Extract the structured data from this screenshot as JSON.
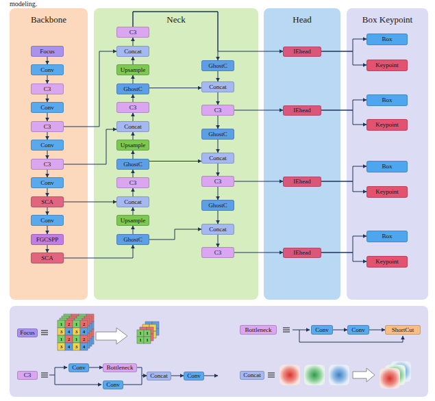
{
  "diagram": {
    "nodes": [
      {
        "text": [
          "Backbone"
        ]
      },
      {
        "text": [
          "Neck"
        ]
      },
      {
        "text": [
          "Head"
        ]
      },
      {
        "text": [
          "Box Keypoint"
        ]
      },
      {
        "text": [
          "Focus"
        ],
        "in": 0
      },
      {
        "text": [
          "Conv"
        ],
        "in": 0
      },
      {
        "text": [
          "C3"
        ],
        "in": 0
      },
      {
        "text": [
          "Conv"
        ],
        "in": 0
      },
      {
        "text": [
          "C3"
        ],
        "in": 0
      },
      {
        "text": [
          "Conv"
        ],
        "in": 0
      },
      {
        "text": [
          "C3"
        ],
        "in": 0
      },
      {
        "text": [
          "Conv"
        ],
        "in": 0
      },
      {
        "text": [
          "SCA"
        ],
        "in": 0
      },
      {
        "text": [
          "Conv"
        ],
        "in": 0
      },
      {
        "text": [
          "FGCSPP"
        ],
        "in": 0
      },
      {
        "text": [
          "SCA"
        ],
        "in": 0
      },
      {
        "text": [
          "C3"
        ],
        "in": 1
      },
      {
        "text": [
          "Concat"
        ],
        "in": 1
      },
      {
        "text": [
          "Upsample"
        ],
        "in": 1
      },
      {
        "text": [
          "GhostC"
        ],
        "in": 1
      },
      {
        "text": [
          "C3"
        ],
        "in": 1
      },
      {
        "text": [
          "Concat"
        ],
        "in": 1
      },
      {
        "text": [
          "Upsample"
        ],
        "in": 1
      },
      {
        "text": [
          "GhostC"
        ],
        "in": 1
      },
      {
        "text": [
          "C3"
        ],
        "in": 1
      },
      {
        "text": [
          "Concat"
        ],
        "in": 1
      },
      {
        "text": [
          "Upsample"
        ],
        "in": 1
      },
      {
        "text": [
          "GhostC"
        ],
        "in": 1
      },
      {
        "text": [
          "GhostC"
        ],
        "in": 1
      },
      {
        "text": [
          "Concat"
        ],
        "in": 1
      },
      {
        "text": [
          "C3"
        ],
        "in": 1
      },
      {
        "text": [
          "GhostC"
        ],
        "in": 1
      },
      {
        "text": [
          "Concat"
        ],
        "in": 1
      },
      {
        "text": [
          "C3"
        ],
        "in": 1
      },
      {
        "text": [
          "GhostC"
        ],
        "in": 1
      },
      {
        "text": [
          "Concat"
        ],
        "in": 1
      },
      {
        "text": [
          "C3"
        ],
        "in": 1
      },
      {
        "text": [
          "IEhead"
        ],
        "in": 2
      },
      {
        "text": [
          "IEhead"
        ],
        "in": 2
      },
      {
        "text": [
          "IEhead"
        ],
        "in": 2
      },
      {
        "text": [
          "IEhead"
        ],
        "in": 2
      },
      {
        "text": [
          "Box"
        ],
        "in": 3
      },
      {
        "text": [
          "Keypoint"
        ],
        "in": 3
      },
      {
        "text": [
          "Box"
        ],
        "in": 3
      },
      {
        "text": [
          "Keypoint"
        ],
        "in": 3
      },
      {
        "text": [
          "Box"
        ],
        "in": 3
      },
      {
        "text": [
          "Keypoint"
        ],
        "in": 3
      },
      {
        "text": [
          "Box"
        ],
        "in": 3
      },
      {
        "text": [
          "Keypoint"
        ],
        "in": 3
      },
      {
        "text": [
          "Focus"
        ]
      },
      {
        "text": [
          "Bottleneck"
        ]
      },
      {
        "text": [
          "Conv"
        ]
      },
      {
        "text": [
          "Conv"
        ]
      },
      {
        "text": [
          "ShortCut"
        ]
      },
      {
        "text": [
          "C3"
        ]
      },
      {
        "text": [
          "Conv"
        ]
      },
      {
        "text": [
          "Bottleneck"
        ]
      },
      {
        "text": [
          "Conv"
        ]
      },
      {
        "text": [
          "Concat"
        ]
      },
      {
        "text": [
          "Conv"
        ]
      },
      {
        "text": [
          "Concat"
        ]
      }
    ],
    "edges": [
      {
        "from": 4,
        "to": 5,
        "arrow": "to"
      },
      {
        "from": 5,
        "to": 6,
        "arrow": "to"
      },
      {
        "from": 6,
        "to": 7,
        "arrow": "to"
      },
      {
        "from": 7,
        "to": 8,
        "arrow": "to"
      },
      {
        "from": 8,
        "to": 9,
        "arrow": "to"
      },
      {
        "from": 9,
        "to": 10,
        "arrow": "to"
      },
      {
        "from": 10,
        "to": 11,
        "arrow": "to"
      },
      {
        "from": 11,
        "to": 12,
        "arrow": "to"
      },
      {
        "from": 12,
        "to": 13,
        "arrow": "to"
      },
      {
        "from": 13,
        "to": 14,
        "arrow": "to"
      },
      {
        "from": 14,
        "to": 15,
        "arrow": "to"
      },
      {
        "from": 8,
        "to": 17,
        "arrow": "to"
      },
      {
        "from": 10,
        "to": 21,
        "arrow": "to"
      },
      {
        "from": 12,
        "to": 25,
        "arrow": "to"
      },
      {
        "from": 15,
        "to": 27,
        "arrow": "to"
      },
      {
        "from": 27,
        "to": 26,
        "arrow": "to"
      },
      {
        "from": 26,
        "to": 25,
        "arrow": "to"
      },
      {
        "from": 25,
        "to": 24,
        "arrow": "to"
      },
      {
        "from": 24,
        "to": 23,
        "arrow": "to"
      },
      {
        "from": 23,
        "to": 22,
        "arrow": "to"
      },
      {
        "from": 22,
        "to": 21,
        "arrow": "to"
      },
      {
        "from": 21,
        "to": 20,
        "arrow": "to"
      },
      {
        "from": 20,
        "to": 19,
        "arrow": "to"
      },
      {
        "from": 19,
        "to": 18,
        "arrow": "to"
      },
      {
        "from": 18,
        "to": 17,
        "arrow": "to"
      },
      {
        "from": 17,
        "to": 16,
        "arrow": "to"
      },
      {
        "from": 16,
        "to": 28,
        "arrow": "to"
      },
      {
        "from": 16,
        "to": 37,
        "arrow": "to"
      },
      {
        "from": 28,
        "to": 29,
        "arrow": "to"
      },
      {
        "from": 29,
        "to": 30,
        "arrow": "to"
      },
      {
        "from": 30,
        "to": 31,
        "arrow": "to"
      },
      {
        "from": 31,
        "to": 32,
        "arrow": "to"
      },
      {
        "from": 32,
        "to": 33,
        "arrow": "to"
      },
      {
        "from": 33,
        "to": 34,
        "arrow": "to"
      },
      {
        "from": 34,
        "to": 35,
        "arrow": "to"
      },
      {
        "from": 35,
        "to": 36,
        "arrow": "to"
      },
      {
        "from": 19,
        "to": 29,
        "arrow": "to"
      },
      {
        "from": 23,
        "to": 32,
        "arrow": "to"
      },
      {
        "from": 27,
        "to": 35,
        "arrow": "to"
      },
      {
        "from": 30,
        "to": 38,
        "arrow": "to"
      },
      {
        "from": 33,
        "to": 39,
        "arrow": "to"
      },
      {
        "from": 36,
        "to": 40,
        "arrow": "to"
      },
      {
        "from": 37,
        "to": 41,
        "arrow": "to"
      },
      {
        "from": 37,
        "to": 42,
        "arrow": "to"
      },
      {
        "from": 38,
        "to": 43,
        "arrow": "to"
      },
      {
        "from": 38,
        "to": 44,
        "arrow": "to"
      },
      {
        "from": 39,
        "to": 45,
        "arrow": "to"
      },
      {
        "from": 39,
        "to": 46,
        "arrow": "to"
      },
      {
        "from": 40,
        "to": 47,
        "arrow": "to"
      },
      {
        "from": 40,
        "to": 48,
        "arrow": "to"
      },
      {
        "from": 51,
        "to": 52,
        "arrow": "to"
      },
      {
        "from": 52,
        "to": 53,
        "arrow": "to"
      },
      {
        "from": 55,
        "to": 56,
        "arrow": "to"
      },
      {
        "from": 56,
        "to": 58,
        "arrow": "to"
      },
      {
        "from": 57,
        "to": 58,
        "arrow": "to"
      },
      {
        "from": 58,
        "to": 59,
        "arrow": "to"
      }
    ],
    "labels": [
      "modeling.",
      "1",
      "2",
      "1",
      "2",
      "3",
      "4",
      "3",
      "4",
      "1",
      "2",
      "1",
      "2",
      "3",
      "4",
      "3",
      "4",
      "1",
      "1",
      "1",
      "1"
    ]
  }
}
